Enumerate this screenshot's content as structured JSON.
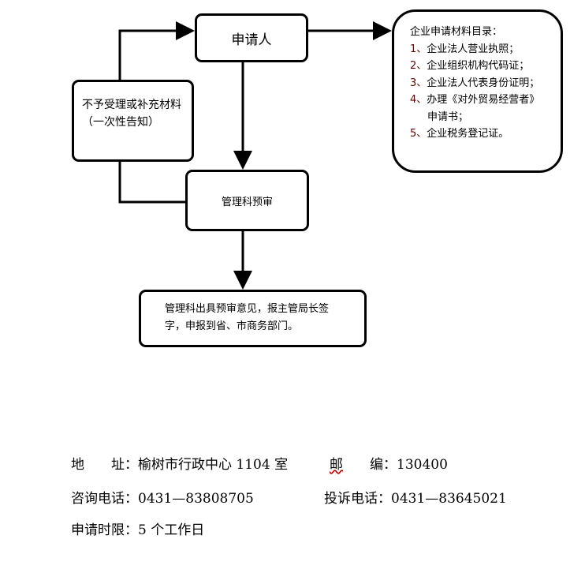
{
  "nodes": {
    "applicant": "申请人",
    "reject": "不予受理或补充材料（一次性告知）",
    "review": "管理科预审",
    "opinion": "管理科出具预审意见，报主管局长签字，申报到省、市商务部门。"
  },
  "materials": {
    "title": "企业申请材料目录：",
    "items": [
      {
        "num": "1、",
        "text": "企业法人营业执照；"
      },
      {
        "num": "2、",
        "text": "企业组织机构代码证；"
      },
      {
        "num": "3、",
        "text": "企业法人代表身份证明；"
      },
      {
        "num": "4、",
        "text": "办理《对外贸易经营者》"
      },
      {
        "num": "",
        "text": "申请书；"
      },
      {
        "num": "5、",
        "text": "企业税务登记证。"
      }
    ]
  },
  "footer": {
    "address_label": "地　　址：",
    "address": "榆树市行政中心 1104 室",
    "postcode_label1": "邮",
    "postcode_label2": "编：",
    "postcode": "130400",
    "consult_label": "咨询电话：",
    "consult": "0431—83808705",
    "complaint_label": "投诉电话：",
    "complaint": "0431—83645021",
    "time_label": "申请时限：",
    "time": "5 个工作日"
  }
}
